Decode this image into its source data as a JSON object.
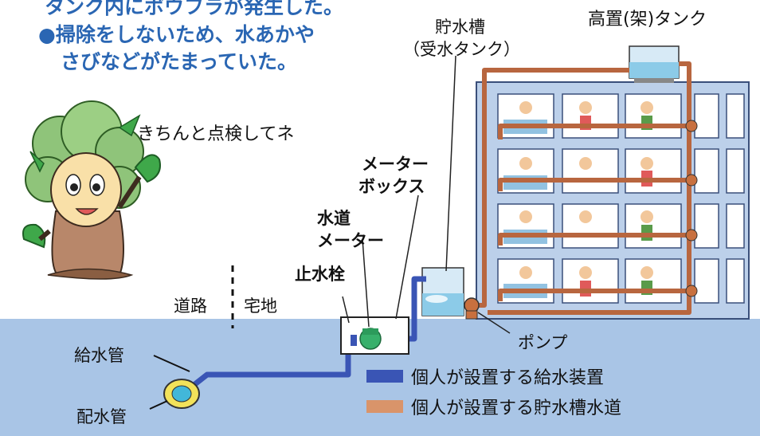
{
  "notes": {
    "line1": "タンク内にボウフラが発生した。",
    "line2": "●掃除をしないため、水あかや",
    "line3": "さびなどがたまっていた。"
  },
  "mascot": {
    "speech": "きちんと点検してネ"
  },
  "labels": {
    "tank_title": "高置(架)タンク",
    "reservoir_line1": "貯水槽",
    "reservoir_line2": "（受水タンク）",
    "meter_box_line1": "メーター",
    "meter_box_line2": "ボックス",
    "water_meter_line1": "水道",
    "water_meter_line2": "メーター",
    "stop_valve": "止水栓",
    "road": "道路",
    "residential": "宅地",
    "pump": "ポンプ",
    "service_pipe": "給水管",
    "distribution_pipe": "配水管"
  },
  "legend": {
    "items": [
      {
        "color": "#3a55b5",
        "label": "個人が設置する給水装置"
      },
      {
        "color": "#d9946a",
        "label": "個人が設置する貯水槽水道"
      }
    ]
  }
}
